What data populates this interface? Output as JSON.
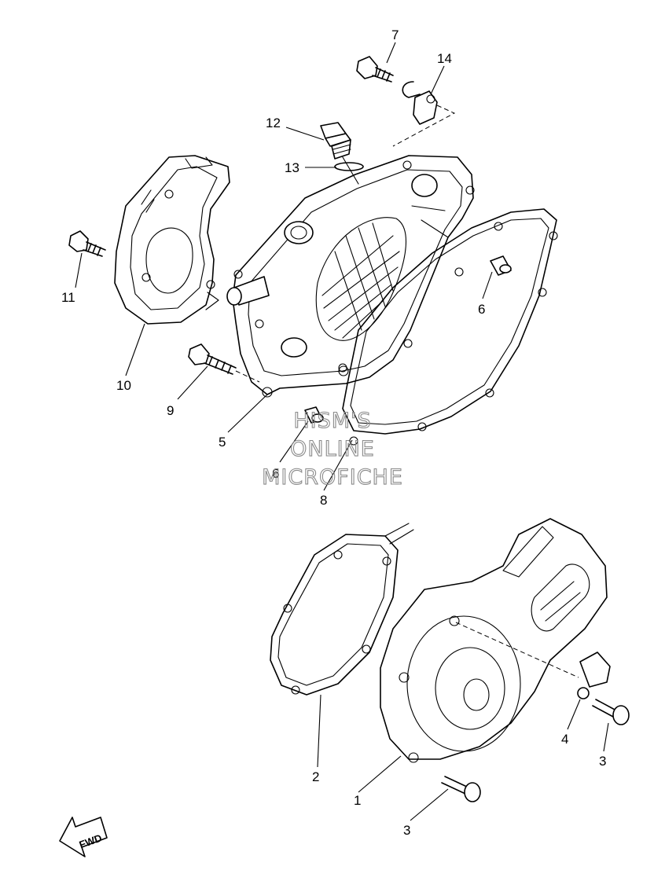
{
  "callouts": [
    "1",
    "2",
    "3",
    "3",
    "4",
    "5",
    "6",
    "6",
    "7",
    "8",
    "9",
    "10",
    "11",
    "12",
    "13",
    "14"
  ],
  "watermark": {
    "lines": [
      "HISM'S",
      "ONLINE",
      "MICROFICHE"
    ],
    "color": "#8a8a8a"
  },
  "direction_badge": {
    "label": "FWD"
  },
  "icons": [
    "fwd-arrow-icon"
  ]
}
